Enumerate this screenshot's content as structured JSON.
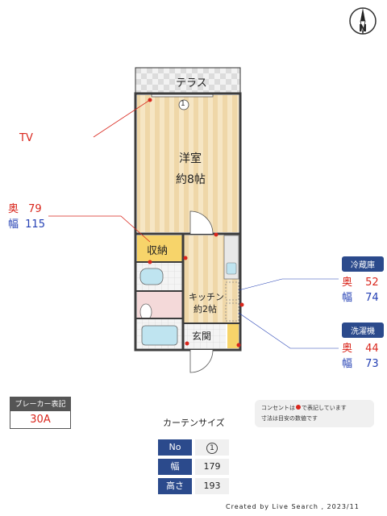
{
  "compass": {
    "north": "N"
  },
  "rooms": {
    "terrace": "テラス",
    "western_room": "洋室",
    "western_size": "約8帖",
    "storage": "収納",
    "kitchen": "キッチン",
    "kitchen_size": "約2帖",
    "entrance": "玄関",
    "window_no": "1"
  },
  "tv": {
    "label": "TV"
  },
  "storage_dims": {
    "depth_label": "奥",
    "depth": "79",
    "width_label": "幅",
    "width": "115"
  },
  "fridge": {
    "title": "冷蔵庫",
    "depth_label": "奥",
    "depth": "52",
    "width_label": "幅",
    "width": "74"
  },
  "washer": {
    "title": "洗濯機",
    "depth_label": "奥",
    "depth": "44",
    "width_label": "幅",
    "width": "73"
  },
  "breaker": {
    "title": "ブレーカー表記",
    "value": "30A"
  },
  "note": {
    "line1_pre": "コンセントは",
    "line1_post": "で表記しています",
    "line2": "寸法は目安の数値です"
  },
  "curtain": {
    "title": "カーテンサイズ",
    "rows": [
      {
        "head": "No",
        "value": "1"
      },
      {
        "head": "幅",
        "value": "179"
      },
      {
        "head": "高さ",
        "value": "193"
      }
    ]
  },
  "credit": "Created by Live Search , 2023/11",
  "colors": {
    "outlet": "#d9261c",
    "floor": "#f6e6c4",
    "wall": "#3c3c3c",
    "storage": "#f7d46a",
    "header": "#2b4a8c"
  }
}
